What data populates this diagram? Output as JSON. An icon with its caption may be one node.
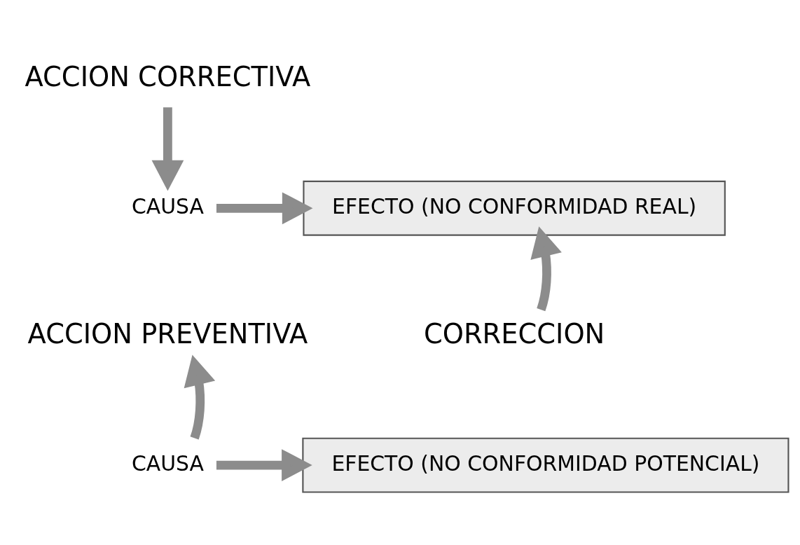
{
  "diagram": {
    "nodes": [
      {
        "text": [
          "ACCION CORRECTIVA"
        ]
      },
      {
        "text": [
          "CAUSA"
        ]
      },
      {
        "text": [
          "EFECTO (NO CONFORMIDAD REAL)"
        ]
      },
      {
        "text": [
          "ACCION PREVENTIVA"
        ]
      },
      {
        "text": [
          "CORRECCION"
        ]
      },
      {
        "text": [
          "EFECTO (NO CONFORMIDAD POTENCIAL)"
        ]
      },
      {
        "text": [
          "CAUSA"
        ]
      }
    ],
    "edges": [
      {
        "from": 0,
        "to": 1,
        "arrow": "to"
      },
      {
        "from": 1,
        "to": 2,
        "arrow": "to"
      },
      {
        "from": 4,
        "to": 2,
        "arrow": "to"
      },
      {
        "from": 6,
        "to": 3,
        "arrow": "to"
      },
      {
        "from": 6,
        "to": 5,
        "arrow": "to"
      }
    ]
  }
}
